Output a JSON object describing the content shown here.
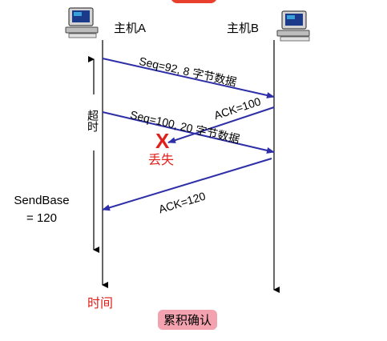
{
  "hosts": {
    "a_label": "主机A",
    "b_label": "主机B"
  },
  "messages": {
    "seq92": "Seq=92, 8 字节数据",
    "ack100": "ACK=100",
    "seq100": "Seq=100, 20 字节数据",
    "ack120": "ACK=120"
  },
  "timeout_label": "超时",
  "loss": {
    "marker": "X",
    "label": "丢失"
  },
  "sendbase": {
    "line1": "SendBase",
    "line2": "= 120"
  },
  "time_label": "时间",
  "caption": "累积确认",
  "colors": {
    "arrow": "#2e2fa8",
    "loss_red": "#e0201b",
    "caption_bg": "#f3a3b0",
    "top_accent": "#e8402c"
  },
  "icons": [
    "computer-icon-host-a",
    "computer-icon-host-b"
  ]
}
